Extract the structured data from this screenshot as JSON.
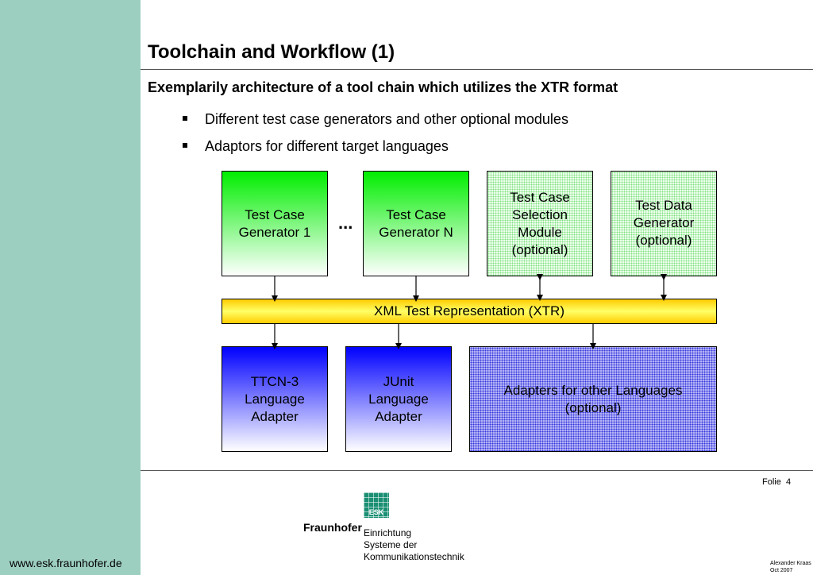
{
  "slide": {
    "title": "Toolchain and Workflow (1)",
    "subtitle": "Exemplarily architecture of a tool chain which utilizes the XTR format",
    "bullets": [
      "Different test case generators and other optional modules",
      "Adaptors for different target languages"
    ]
  },
  "diagram": {
    "top_boxes": [
      {
        "label": "Test Case Generator 1",
        "lines": [
          "Test Case",
          "Generator 1"
        ],
        "style": "gradient",
        "connection": "one-way"
      },
      {
        "label": "Test Case Generator N",
        "lines": [
          "Test Case",
          "Generator N"
        ],
        "style": "gradient",
        "connection": "one-way"
      },
      {
        "label": "Test Case Selection Module (optional)",
        "lines": [
          "Test Case",
          "Selection",
          "Module",
          "(optional)"
        ],
        "style": "dotted",
        "connection": "two-way"
      },
      {
        "label": "Test Data Generator (optional)",
        "lines": [
          "Test Data",
          "Generator",
          "(optional)"
        ],
        "style": "dotted",
        "connection": "two-way"
      }
    ],
    "ellipsis": "...",
    "center_bar": "XML Test Representation (XTR)",
    "bottom_boxes": [
      {
        "label": "TTCN-3 Language Adapter",
        "lines": [
          "TTCN-3",
          "Language",
          "Adapter"
        ],
        "style": "gradient"
      },
      {
        "label": "JUnit Language Adapter",
        "lines": [
          "JUnit",
          "Language",
          "Adapter"
        ],
        "style": "gradient"
      },
      {
        "label": "Adapters for other Languages (optional)",
        "lines": [
          "Adapters for other Languages",
          "(optional)"
        ],
        "style": "dotted"
      }
    ]
  },
  "footer": {
    "page_label": "Folie",
    "page_number": "4",
    "url": "www.esk.fraunhofer.de",
    "logo_text": "ESK",
    "org_name": "Fraunhofer",
    "institute_lines": [
      "Einrichtung",
      "Systeme der",
      "Kommunikationstechnik"
    ],
    "author": "Alexander Kraas",
    "date": "Oct 2007"
  },
  "colors": {
    "sidebar": "#9dcfc0",
    "generator_gradient": "#00ee00",
    "adapter_gradient": "#0000ff",
    "xtr_bar": "#ffcc00"
  }
}
